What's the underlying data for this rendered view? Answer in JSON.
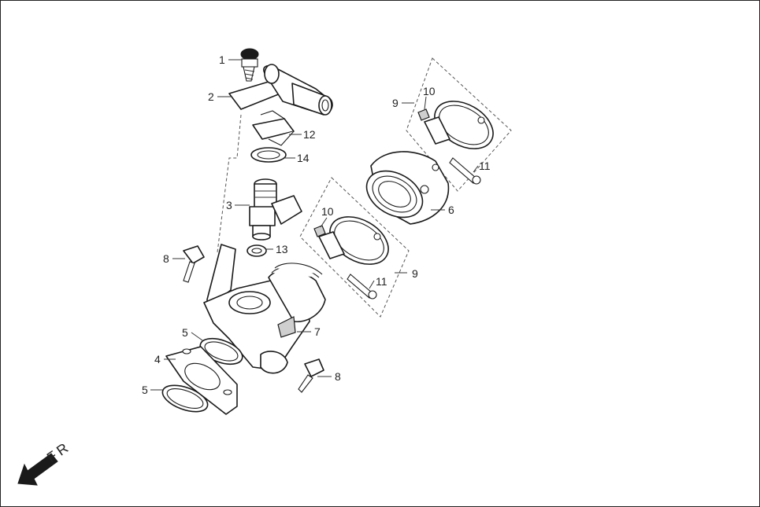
{
  "callouts": {
    "c1": "1",
    "c2": "2",
    "c3": "3",
    "c4": "4",
    "c5a": "5",
    "c5b": "5",
    "c6": "6",
    "c7": "7",
    "c8a": "8",
    "c8b": "8",
    "c9a": "9",
    "c9b": "9",
    "c10a": "10",
    "c10b": "10",
    "c11a": "11",
    "c11b": "11",
    "c12": "12",
    "c13": "13",
    "c14": "14"
  },
  "direction_marker": {
    "label": "FR",
    "icon": "arrow-down-left-icon"
  }
}
